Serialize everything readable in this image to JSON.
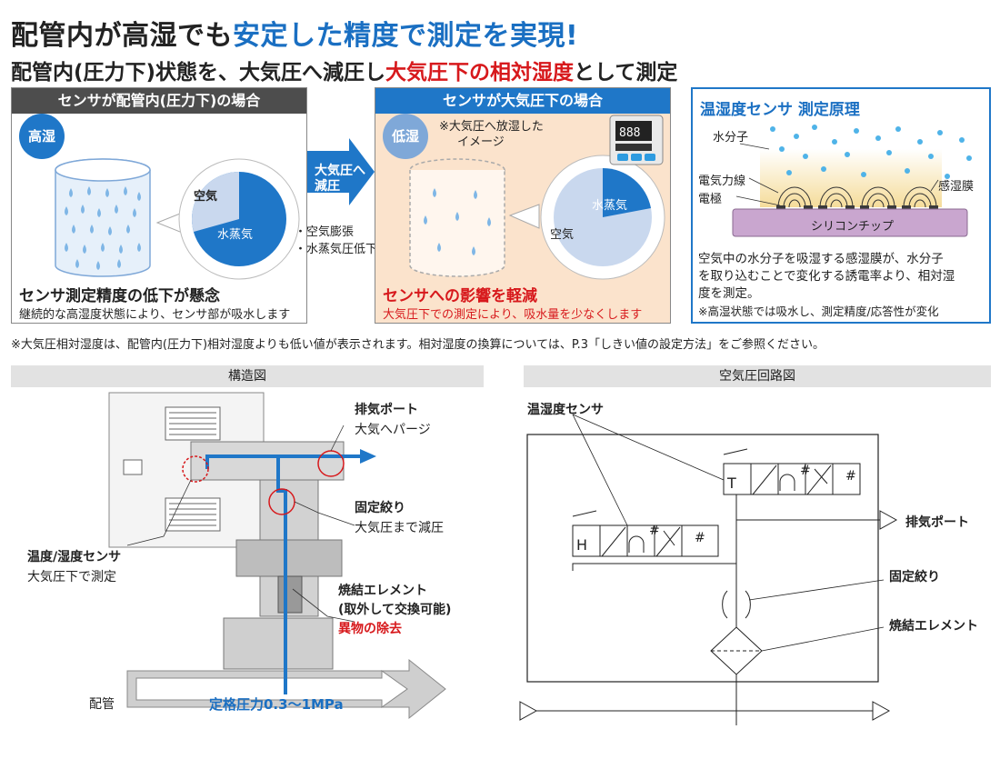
{
  "headline": {
    "part1": "配管内が高湿でも",
    "part2": "安定した精度で測定を実現!"
  },
  "subheadline": {
    "part1": "配管内(圧力下)状態を、大気圧へ減圧し",
    "part2": "大気圧下の相対湿度",
    "part3": "として測定"
  },
  "panel_left": {
    "header": "センサが配管内(圧力下)の場合",
    "badge": "高湿",
    "pie_labels": [
      "空気",
      "水蒸気"
    ],
    "title": "センサ測定精度の低下が懸念",
    "subtitle": "継続的な高湿度状態により、センサ部が吸水します"
  },
  "arrow_mid": {
    "label_line1": "大気圧へ",
    "label_line2": "減圧",
    "bullets": [
      "・空気膨張",
      "・水蒸気圧低下"
    ]
  },
  "panel_right": {
    "header": "センサが大気圧下の場合",
    "badge": "低湿",
    "note_line1": "※大気圧へ放湿した",
    "note_line2": "イメージ",
    "pie_labels": [
      "水蒸気",
      "空気"
    ],
    "title": "センサへの影響を軽減",
    "subtitle": "大気圧下での測定により、吸水量を少なくします"
  },
  "panel_principle": {
    "title": "温湿度センサ 測定原理",
    "labels": {
      "water_molecule": "水分子",
      "field_line": "電気力線",
      "electrode": "電極",
      "membrane": "感湿膜",
      "chip": "シリコンチップ"
    },
    "desc_lines": [
      "空気中の水分子を吸湿する感湿膜が、水分子",
      "を取り込むことで変化する誘電率より、相対湿",
      "度を測定。"
    ],
    "note": "※高湿状態では吸水し、測定精度/応答性が変化"
  },
  "footnote": "※大気圧相対湿度は、配管内(圧力下)相対湿度よりも低い値が表示されます。相対湿度の換算については、P.3「しきい値の設定方法」をご参照ください。",
  "structure": {
    "header": "構造図",
    "exhaust_port": "排気ポート",
    "purge": "大気へパージ",
    "orifice": "固定絞り",
    "reduce": "大気圧まで減圧",
    "sensor": "温度/湿度センサ",
    "sensor_sub": "大気圧下で測定",
    "element": "焼結エレメント",
    "element_sub": "(取外して交換可能)",
    "foreign": "異物の除去",
    "pipe": "配管",
    "pressure": "定格圧力0.3〜1MPa"
  },
  "circuit": {
    "header": "空気圧回路図",
    "sensor": "温湿度センサ",
    "exhaust_port": "排気ポート",
    "orifice": "固定絞り",
    "element": "焼結エレメント",
    "symbol_t": "T",
    "symbol_h": "H",
    "hash": "#"
  },
  "colors": {
    "accent_blue": "#1a6fc2",
    "accent_red": "#d7191c",
    "dark_header": "#4d4d4d",
    "pie_light": "#c9d8ee",
    "chip": "#c9a6cf"
  }
}
